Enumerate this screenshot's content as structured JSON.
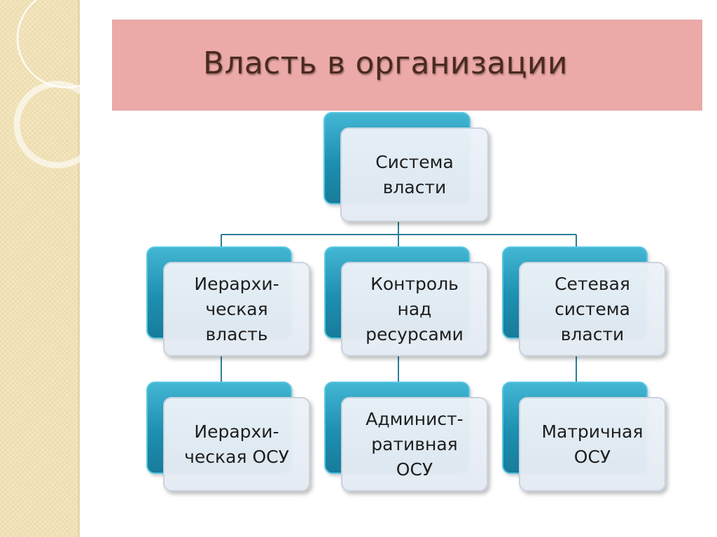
{
  "title": "Власть в организации",
  "colors": {
    "title_band": "#eba9a7",
    "title_text": "#4b2a1e",
    "node_accent": "#1d8fb0",
    "node_face": "#e6ecf2",
    "left_strip": "#f1e2b6",
    "connector": "#2a7f9a"
  },
  "nodes": {
    "root": {
      "label": "Система\nвласти"
    },
    "hierarchical_power": {
      "label": "Иерархи-\nческая\nвласть"
    },
    "resource_control": {
      "label": "Контроль\nнад\nресурсами"
    },
    "network_power": {
      "label": "Сетевая\nсистема\nвласти"
    },
    "hierarchical_osu": {
      "label": "Иерархи-\nческая ОСУ"
    },
    "administrative_osu": {
      "label": "Админист-\nративная\nОСУ"
    },
    "matrix_osu": {
      "label": "Матричная\nОСУ"
    }
  }
}
